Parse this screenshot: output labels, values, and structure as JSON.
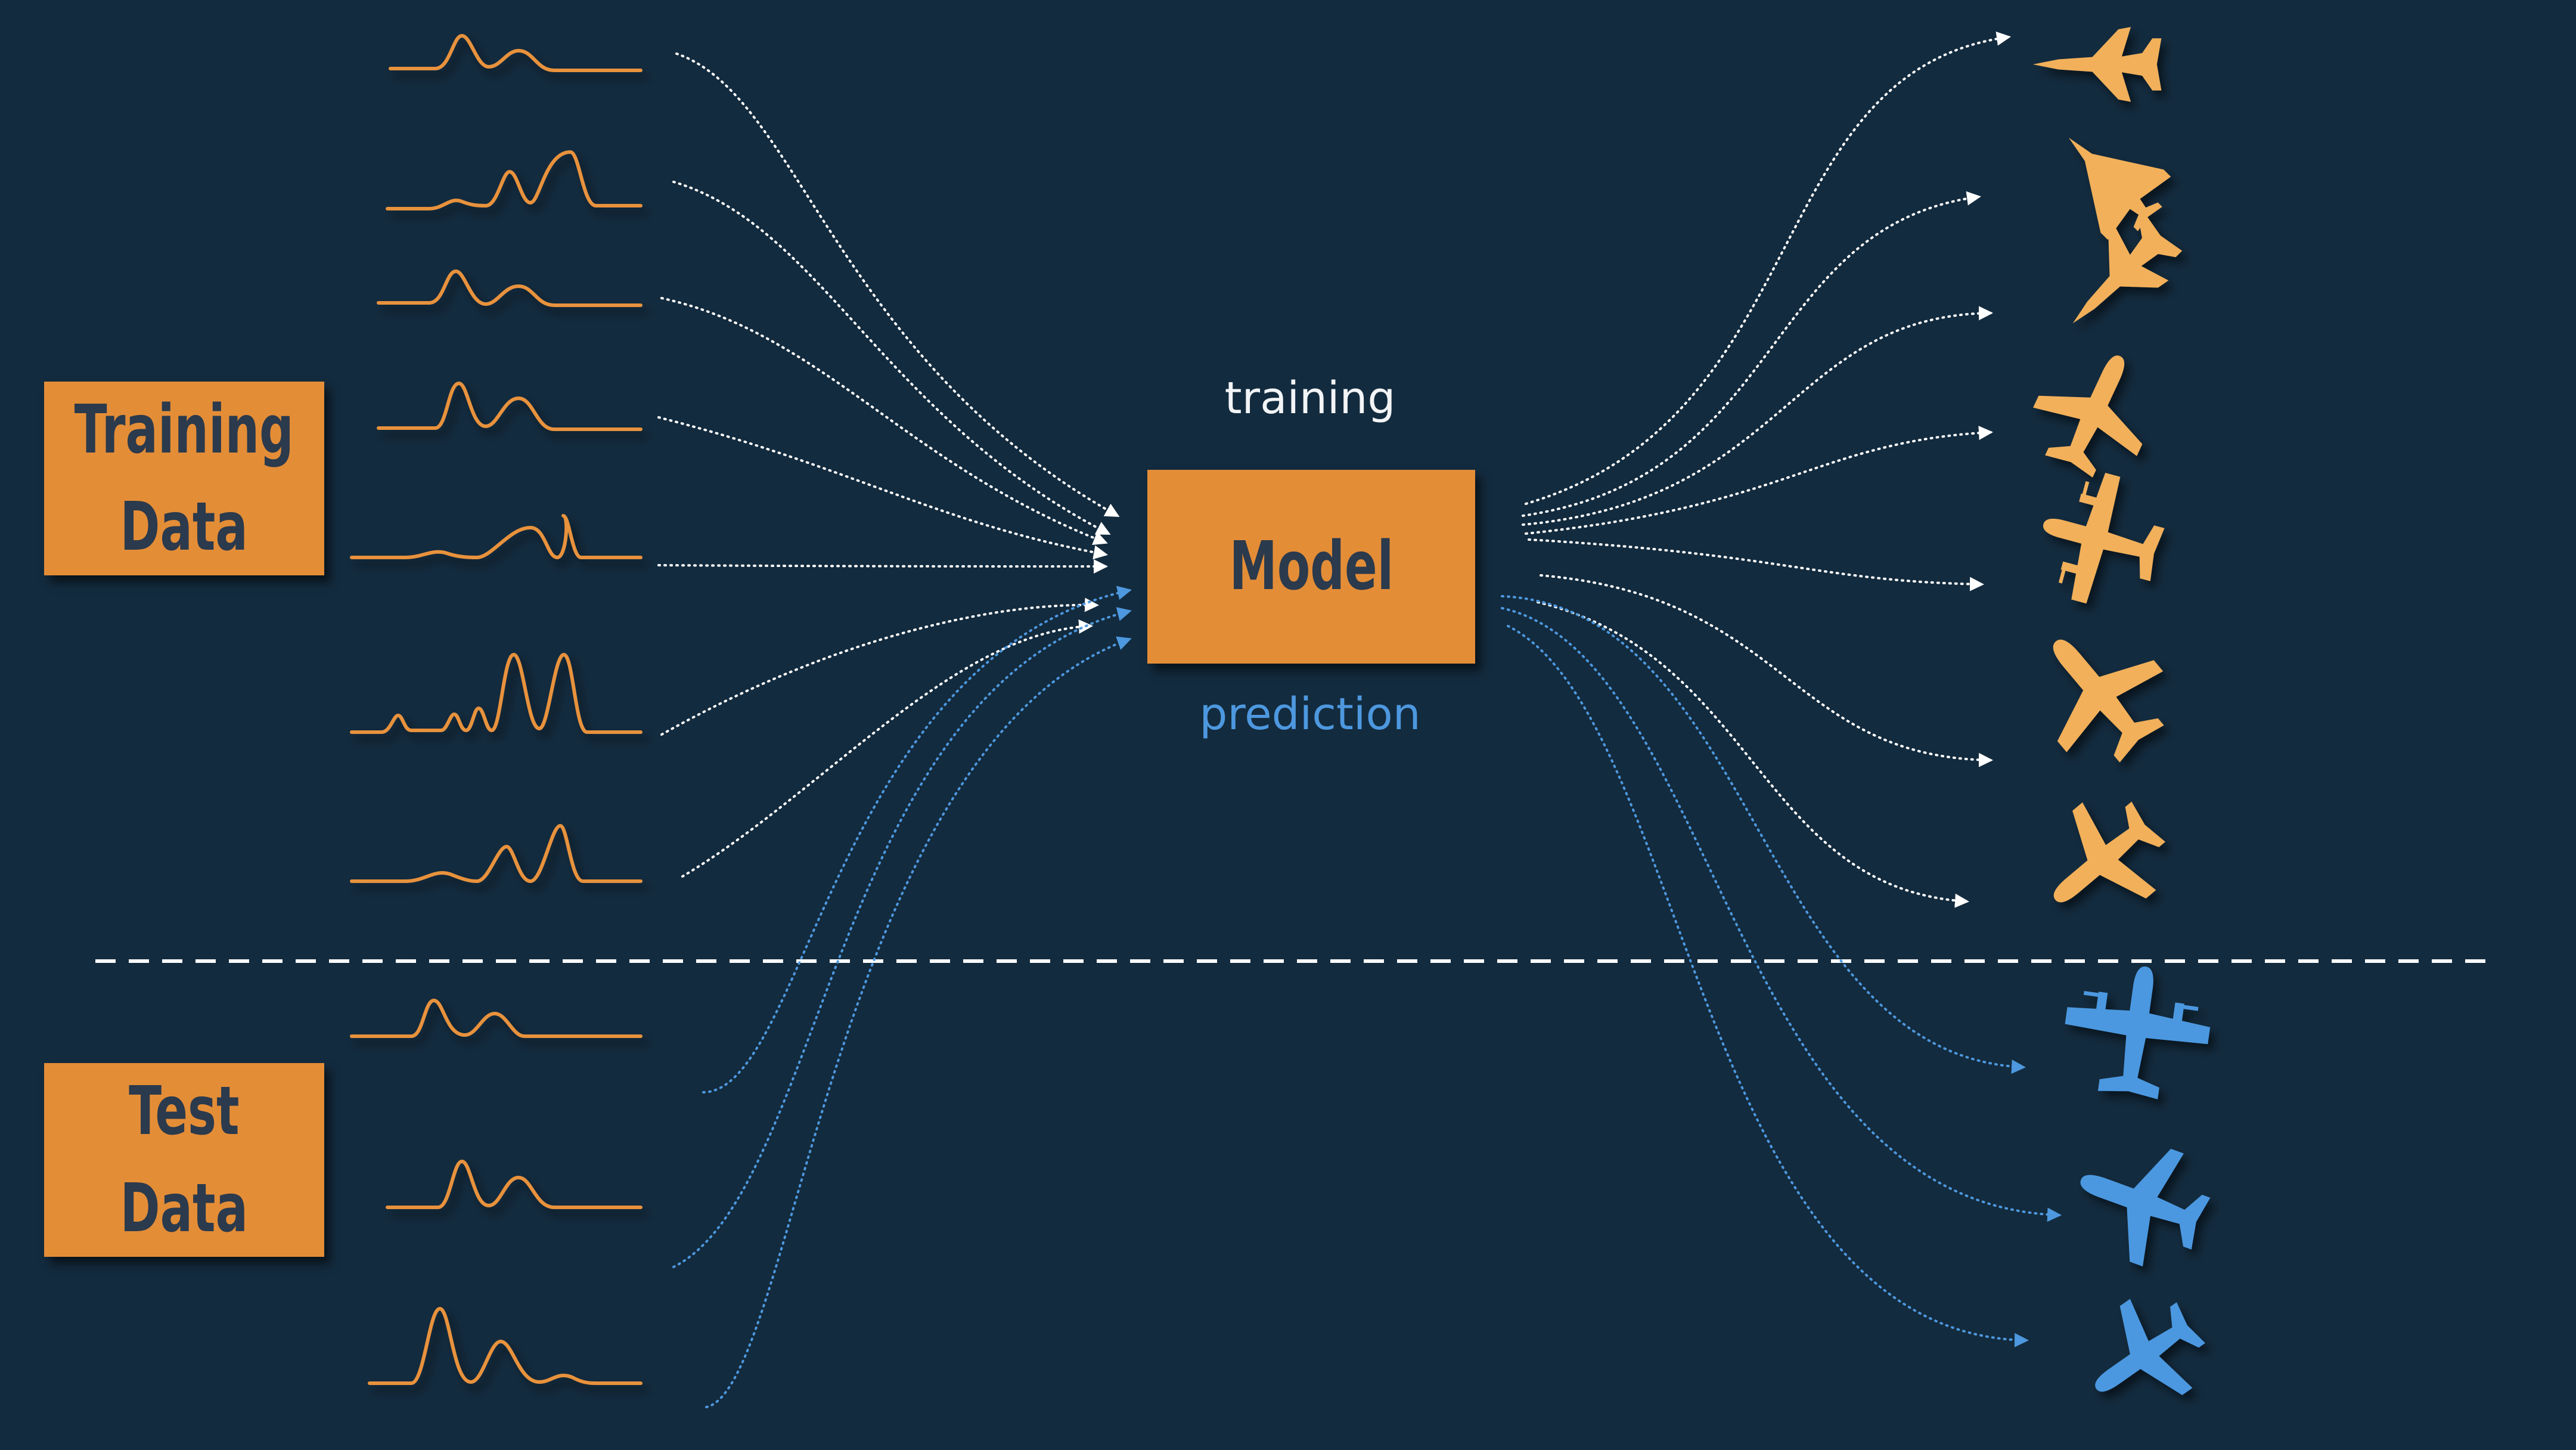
{
  "labels": {
    "training_data": "Training\nData",
    "test_data": "Test\nData",
    "model": "Model",
    "training": "training",
    "prediction": "prediction"
  },
  "colors": {
    "background": "#132b3e",
    "box_fill": "#e48d37",
    "box_text": "#2b3a4c",
    "signal": "#e8923c",
    "aircraft_train": "#f2b05a",
    "aircraft_test": "#4b98e0",
    "arrow_train": "#ffffff",
    "arrow_test": "#4d98df",
    "divider": "#ffffff"
  },
  "icons": {
    "train_aircraft": [
      "fighter-jet-icon",
      "delta-wing-jet-icon",
      "twin-tail-fighter-icon",
      "business-jet-icon",
      "turboprop-transport-icon",
      "wide-body-airliner-icon",
      "cargo-jet-icon"
    ],
    "test_aircraft": [
      "propeller-plane-icon",
      "twin-engine-plane-icon",
      "regional-jet-icon"
    ]
  }
}
